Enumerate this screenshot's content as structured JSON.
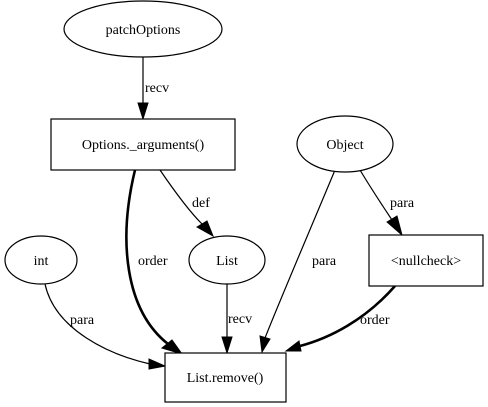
{
  "nodes": {
    "patchOptions": "patchOptions",
    "options_arguments": "Options._arguments()",
    "object": "Object",
    "list": "List",
    "int": "int",
    "nullcheck": "<nullcheck>",
    "list_remove": "List.remove()"
  },
  "edges": {
    "patch_to_args": "recv",
    "args_to_list": "def",
    "args_to_remove": "order",
    "object_to_nullcheck": "para",
    "object_to_remove": "para",
    "list_to_remove": "recv",
    "int_to_remove": "para",
    "nullcheck_to_remove": "order"
  }
}
